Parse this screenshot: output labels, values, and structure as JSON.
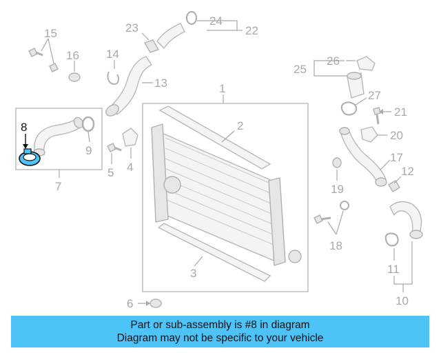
{
  "callouts": {
    "c1": "1",
    "c2": "2",
    "c3": "3",
    "c4": "4",
    "c5": "5",
    "c6": "6",
    "c7": "7",
    "c8": "8",
    "c9": "9",
    "c10": "10",
    "c11": "11",
    "c12": "12",
    "c13": "13",
    "c14": "14",
    "c15": "15",
    "c16": "16",
    "c17": "17",
    "c18": "18",
    "c19": "19",
    "c20": "20",
    "c21": "21",
    "c22": "22",
    "c23": "23",
    "c24": "24",
    "c25": "25",
    "c26": "26",
    "c27": "27"
  },
  "highlight": {
    "part": "8",
    "color": "#4dc3f7"
  },
  "banner": {
    "line1": "Part or sub-assembly is #8 in diagram",
    "line2": "Diagram may not be specific to your vehicle",
    "color": "#4dc3f7"
  }
}
